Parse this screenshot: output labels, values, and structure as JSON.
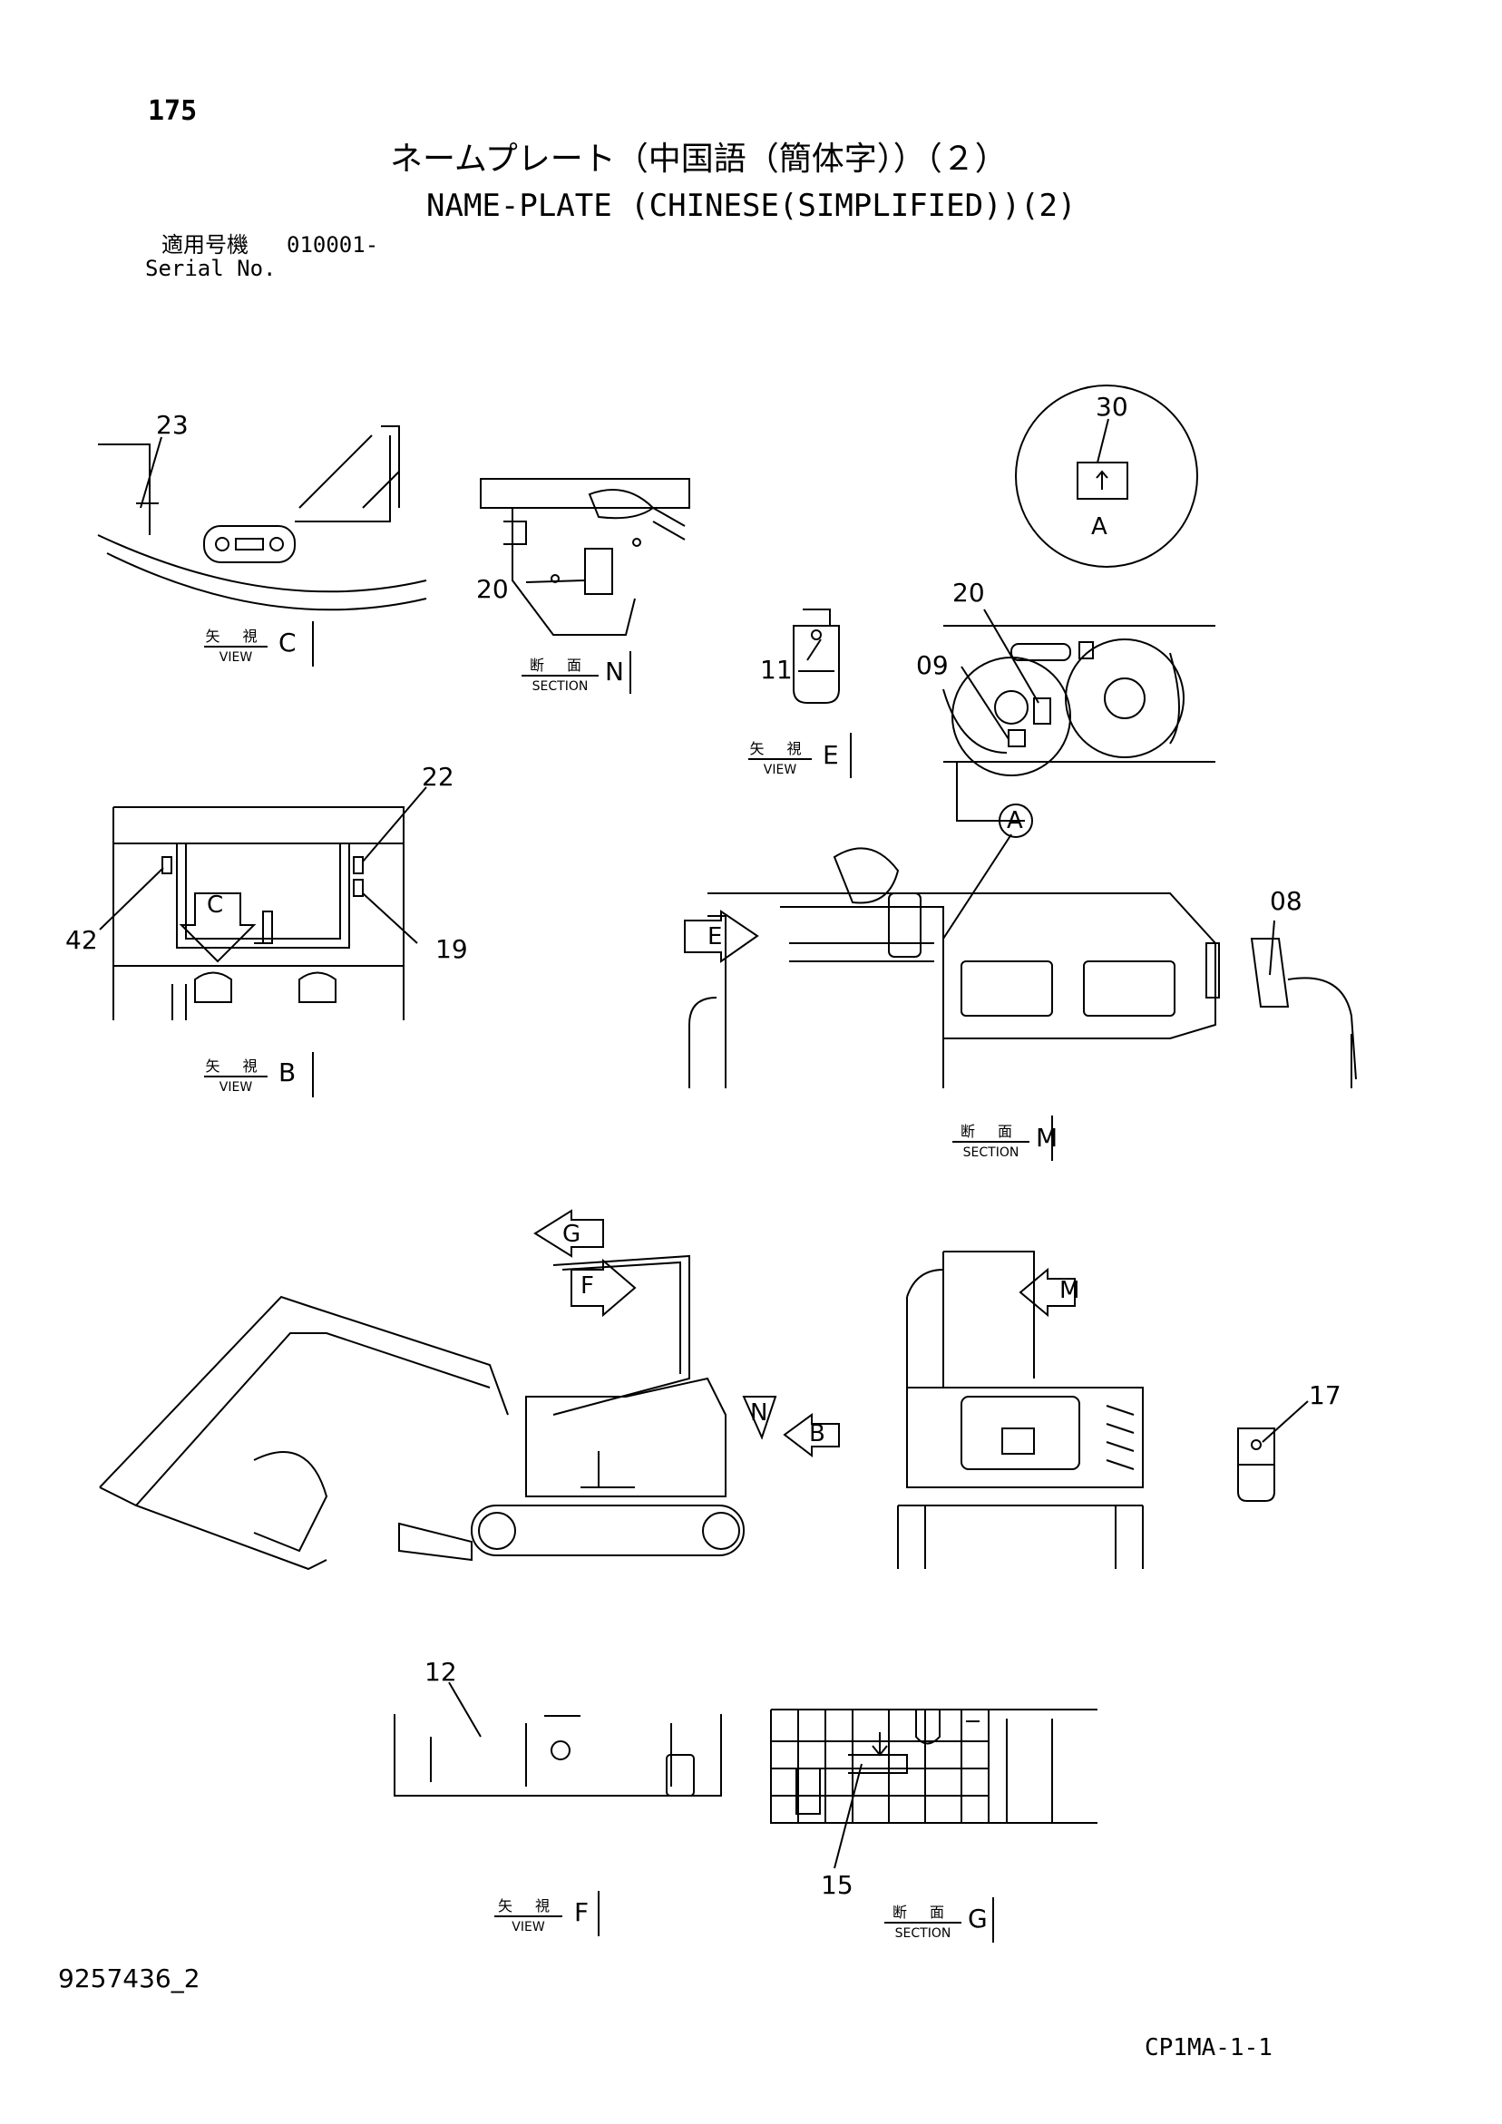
{
  "header": {
    "page_number": "175",
    "title_jp": "ネームプレート（中国語（簡体字））（２）",
    "title_en": "NAME-PLATE (CHINESE(SIMPLIFIED))(2)",
    "serial_label_jp": "適用号機",
    "serial_value": "010001-",
    "serial_label_en": "Serial No."
  },
  "views": {
    "view_c": {
      "jp": "矢 視",
      "en": "VIEW",
      "letter": "C"
    },
    "section_n": {
      "jp": "断 面",
      "en": "SECTION",
      "letter": "N"
    },
    "view_e": {
      "jp": "矢 視",
      "en": "VIEW",
      "letter": "E"
    },
    "view_b": {
      "jp": "矢 視",
      "en": "VIEW",
      "letter": "B"
    },
    "section_m": {
      "jp": "断 面",
      "en": "SECTION",
      "letter": "M"
    },
    "view_f": {
      "jp": "矢 視",
      "en": "VIEW",
      "letter": "F"
    },
    "section_g": {
      "jp": "断 面",
      "en": "SECTION",
      "letter": "G"
    }
  },
  "callouts": {
    "p23": "23",
    "p30": "30",
    "p20a": "20",
    "p20b": "20",
    "p11": "11",
    "p09": "09",
    "p22": "22",
    "p42": "42",
    "p19": "19",
    "p08": "08",
    "p17": "17",
    "p12": "12",
    "p15": "15"
  },
  "markers": {
    "a_detail": "A",
    "a_bubble": "A",
    "c_arrow": "C",
    "e_arrow": "E",
    "g_arrow": "G",
    "f_arrow": "F",
    "n_arrow": "N",
    "b_arrow": "B",
    "m_arrow": "M"
  },
  "footer": {
    "drawing_id": "9257436_2",
    "catalog_code": "CP1MA-1-1"
  }
}
